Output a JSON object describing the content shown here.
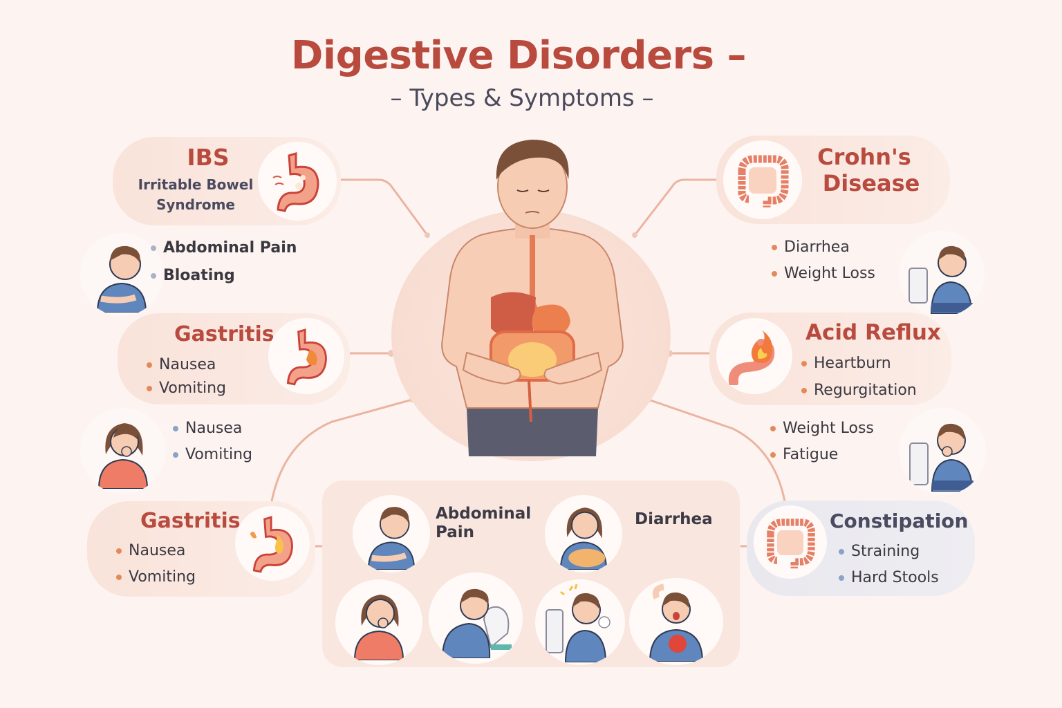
{
  "header": {
    "title": "Digestive Disorders –",
    "subtitle": "– Types & Symptoms –"
  },
  "colors": {
    "background": "#fdf4f1",
    "title": "#b84a3e",
    "subtitle": "#4a4a5c",
    "pill": "#f9e3da",
    "pill_grey": "#e9e8ee",
    "bullet_orange": "#e48a5a",
    "bullet_blue": "#8aa3c6",
    "connector": "#eab4a0"
  },
  "center": {
    "figure": "man-holding-abdomen-with-digestive-organs"
  },
  "disorders": {
    "ibs": {
      "title": "IBS",
      "subtitle_line1": "Irritable Bowel",
      "subtitle_line2": "Syndrome",
      "icon": "stomach-icon",
      "symptoms": [
        "Abdominal Pain",
        "Bloating"
      ],
      "person_icon": "man-holding-stomach-icon"
    },
    "gastritis_1": {
      "title": "Gastritis",
      "icon": "inflamed-stomach-icon",
      "symptoms": [
        "Nausea",
        "Vomiting"
      ],
      "extra_symptoms": [
        "Nausea",
        "Vomiting"
      ],
      "person_icon": "woman-nauseous-icon"
    },
    "gastritis_2": {
      "title": "Gastritis",
      "icon": "burning-stomach-icon",
      "symptoms": [
        "Nausea",
        "Vomiting"
      ]
    },
    "crohns": {
      "title_line1": "Crohn's",
      "title_line2": "Disease",
      "icon": "intestines-icon",
      "symptoms": [
        "Diarrhea",
        "Weight Loss"
      ],
      "person_icon": "man-on-toilet-icon"
    },
    "acid_reflux": {
      "title": "Acid Reflux",
      "icon": "esophagus-fire-icon",
      "symptoms": [
        "Heartburn",
        "Regurgitation"
      ],
      "extra_symptoms": [
        "Weight Loss",
        "Fatigue"
      ],
      "person_icon": "man-tired-toilet-icon"
    },
    "constipation": {
      "title": "Constipation",
      "icon": "colon-icon",
      "symptoms": [
        "Straining",
        "Hard Stools"
      ]
    }
  },
  "symptom_panel": {
    "labels": [
      "Abdominal Pain",
      "Diarrhea"
    ],
    "label_abdominal_line1": "Abdominal",
    "label_abdominal_line2": "Pain",
    "illustrations": [
      "man-abdominal-pain-icon",
      "woman-bloated-belly-icon",
      "woman-nausea-icon",
      "man-vomiting-toilet-icon",
      "man-coughing-toilet-icon",
      "man-chest-pain-icon"
    ]
  }
}
